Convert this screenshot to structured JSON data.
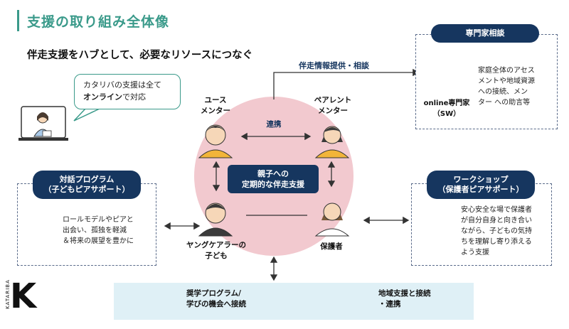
{
  "header": {
    "title": "支援の取り組み全体像",
    "subtitle": "伴走支援をハブとして、必要なリソースにつなぐ"
  },
  "bubble": {
    "line1": "カタリバの支援は全て",
    "highlight": "オンライン",
    "line2_suffix": "で対応"
  },
  "top_arrow_label": "伴走情報提供・相談",
  "expert": {
    "pill": "専門家相談",
    "name": "online専門家\n（SW）",
    "desc": "家庭全体のアセス\nメントや地域資源\nへの接続、メン\nター への助言等"
  },
  "dialogue": {
    "pill": "対話プログラム\n（子どもピアサポート）",
    "desc": "ロールモデルやピアと\n出会い、孤独を軽減\n＆将来の展望を豊かに"
  },
  "workshop": {
    "pill": "ワークショップ\n（保護者ピアサポート）",
    "desc": "安心安全な場で保護者\nが自分自身と向き合い\nながら、子どもの気持\nちを理解し寄り添える\nよう支援"
  },
  "nodes": {
    "youth_mentor": "ユース\nメンター",
    "parent_mentor": "ペアレント\nメンター",
    "young_carer": "ヤングケアラーの\n子ども",
    "guardian": "保護者",
    "link": "連携"
  },
  "hub": "親子への\n定期的な伴走支援",
  "bottom": {
    "scholarship": "奨学プログラム/\n学びの機会へ接続",
    "regional": "地域支援と接続\n・連携"
  },
  "logo": {
    "letter": "K",
    "text": "KATARIBA"
  },
  "colors": {
    "teal": "#3a9a8a",
    "navy": "#16365f",
    "circle": "#f2c9cf",
    "band": "#dff0f6",
    "skin": "#f6d7b8",
    "mustard": "#f2b53a",
    "orange_shirt": "#f1a960",
    "blue_shirt": "#a9c9e8",
    "dark_shirt": "#3b3b3b"
  }
}
